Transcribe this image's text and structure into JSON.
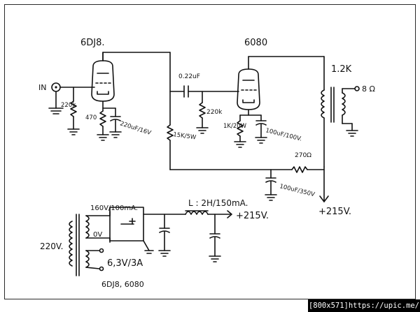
{
  "tubes": {
    "first_tube": "6DJ8.",
    "second_tube": "6080"
  },
  "labels": {
    "input": "IN",
    "r_grid": "220k",
    "r_cathode1": "470",
    "c_cathode1": "220uF/16V",
    "c_coupling": "0.22uF",
    "r_grid2": "220k",
    "r_load1": "15K/5W",
    "r_cathode2": "1K/20W",
    "c_cathode2": "100uF/100V.",
    "output_impedance": "1.2K",
    "output_speaker": "8 Ω",
    "r_supply": "270Ω",
    "c_supply": "100uF/350V",
    "b_plus": "+215V.",
    "xfmr_primary": "220V.",
    "xfmr_secondary1": "160V/100mA.",
    "xfmr_secondary2": "0V",
    "heater": "6,3V/3A",
    "heater_tubes": "6DJ8, 6080",
    "choke": "L : 2H/150mA.",
    "psu_output": "+215V."
  },
  "watermark": "[800x571]https://upic.me/"
}
